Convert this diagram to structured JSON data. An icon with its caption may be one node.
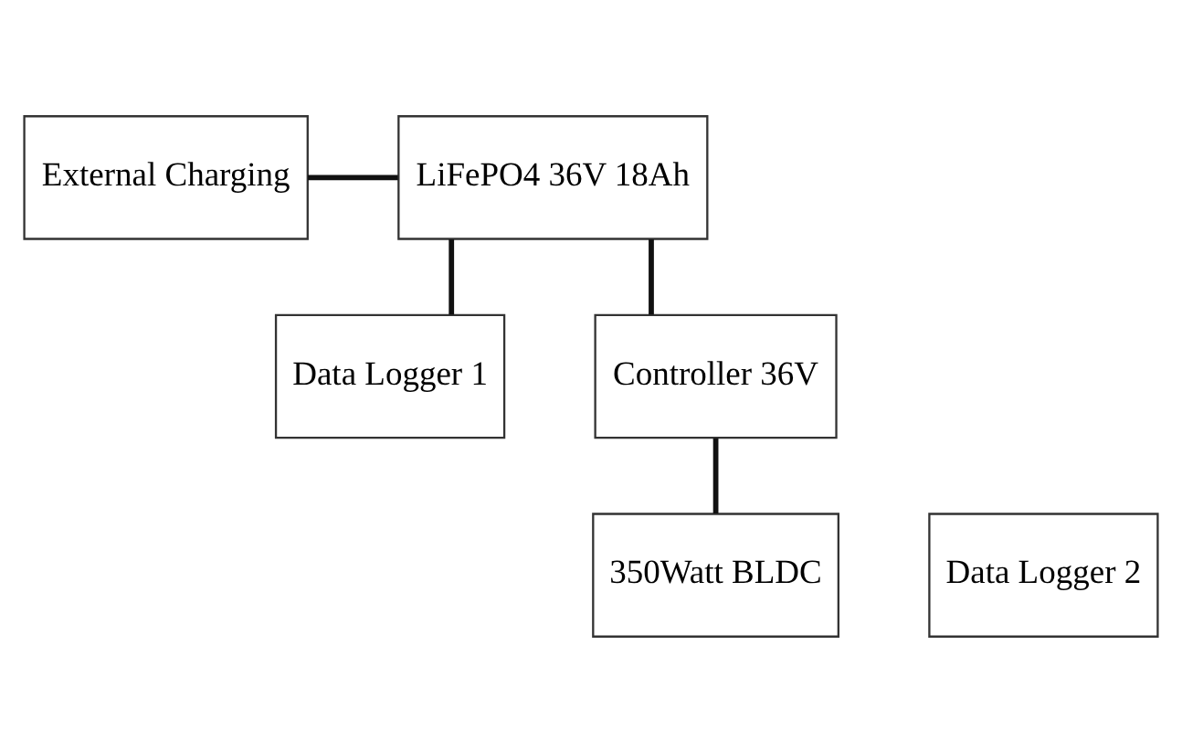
{
  "diagram": {
    "nodes": [
      {
        "text": [
          "External Charging"
        ]
      },
      {
        "text": [
          "LiFePO4 36V 18Ah"
        ]
      },
      {
        "text": [
          "Data Logger 1"
        ]
      },
      {
        "text": [
          "Controller 36V"
        ]
      },
      {
        "text": [
          "350Watt BLDC"
        ]
      },
      {
        "text": [
          "Data Logger 2"
        ]
      }
    ],
    "edges": [
      {
        "from": 0,
        "to": 1,
        "arrow": "none"
      },
      {
        "from": 1,
        "to": 3,
        "arrow": "none"
      },
      {
        "from": 1,
        "to": 2,
        "arrow": "none"
      },
      {
        "from": 3,
        "to": 4,
        "arrow": "none"
      }
    ]
  }
}
